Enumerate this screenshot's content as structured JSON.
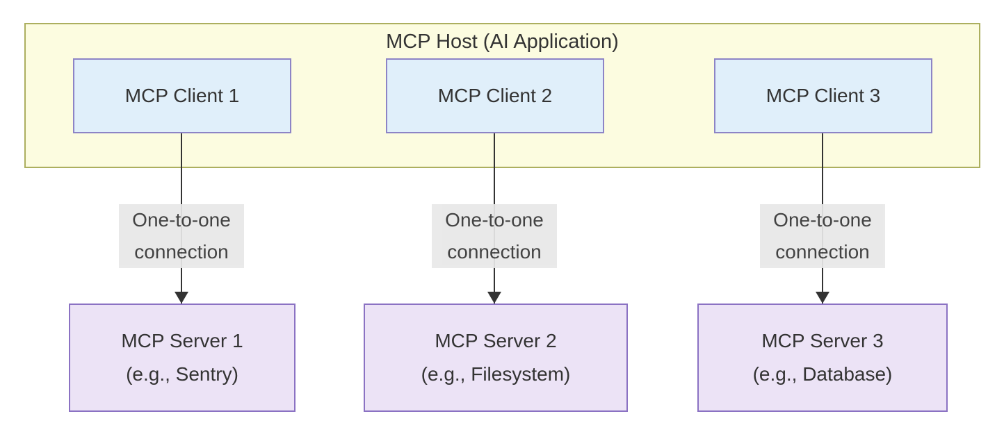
{
  "diagram": {
    "host": {
      "title": "MCP Host (AI Application)",
      "clients": [
        {
          "label": "MCP Client 1"
        },
        {
          "label": "MCP Client 2"
        },
        {
          "label": "MCP Client 3"
        }
      ]
    },
    "connections": [
      {
        "line1": "One-to-one",
        "line2": "connection"
      },
      {
        "line1": "One-to-one",
        "line2": "connection"
      },
      {
        "line1": "One-to-one",
        "line2": "connection"
      }
    ],
    "servers": [
      {
        "name": "MCP Server 1",
        "example": "(e.g., Sentry)"
      },
      {
        "name": "MCP Server 2",
        "example": "(e.g., Filesystem)"
      },
      {
        "name": "MCP Server 3",
        "example": "(e.g., Database)"
      }
    ]
  },
  "colors": {
    "host_fill": "#fcfce0",
    "host_border": "#acaf5f",
    "client_fill": "#e0effa",
    "client_border": "#8d84c6",
    "server_fill": "#ece3f6",
    "server_border": "#8b72c3",
    "edge_label_bg": "#e8e8e8",
    "arrow": "#333333",
    "text": "#333333"
  }
}
